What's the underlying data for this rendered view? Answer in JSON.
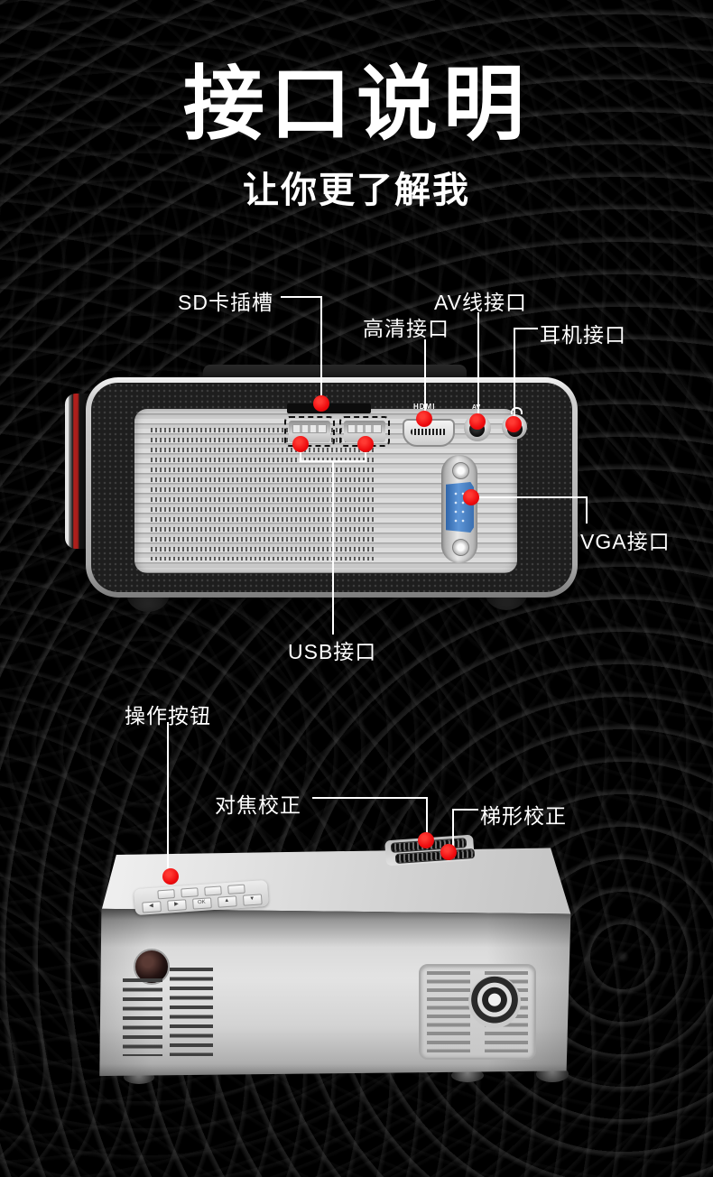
{
  "header": {
    "title": "接口说明",
    "subtitle": "让你更了解我"
  },
  "callouts": {
    "sd_card_slot": "SD卡插槽",
    "hdmi_port": "高清接口",
    "av_port": "AV线接口",
    "earphone_port": "耳机接口",
    "vga_port": "VGA接口",
    "usb_port": "USB接口",
    "control_buttons": "操作按钮",
    "focus_adjust": "对焦校正",
    "keystone_adjust": "梯形校正"
  },
  "port_labels": {
    "hdmi": "HDMI",
    "av": "AV"
  },
  "keypad": {
    "row2": [
      "◀",
      "▶",
      "OK",
      "▲",
      "▼"
    ]
  },
  "colors": {
    "background": "#000000",
    "marker_red": "#ee0b0e",
    "leader_line": "#ffffff",
    "vga_blue": "#4a7fc0",
    "lens_stripe_red": "#b5201d",
    "body_silver": "#c9c9c9"
  }
}
